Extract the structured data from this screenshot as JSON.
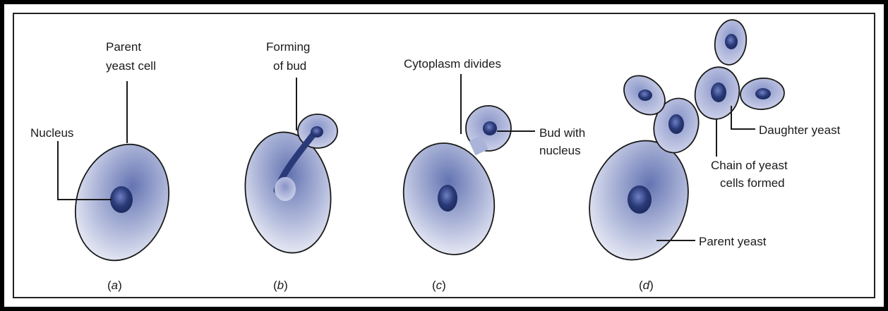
{
  "labels": {
    "a_parent_1": "Parent",
    "a_parent_2": "yeast cell",
    "a_nucleus": "Nucleus",
    "b_forming_1": "Forming",
    "b_forming_2": "of bud",
    "c_cytoplasm": "Cytoplasm divides",
    "c_bud_1": "Bud with",
    "c_bud_2": "nucleus",
    "d_daughter": "Daughter yeast",
    "d_chain_1": "Chain of yeast",
    "d_chain_2": "cells formed",
    "d_parent": "Parent yeast"
  },
  "captions": {
    "a": "a",
    "b": "b",
    "c": "c",
    "d": "d"
  },
  "colors": {
    "cell_dark": "#5a6aa8",
    "cell_light": "#f2f3fa",
    "nucleus": "#24346e",
    "outline": "#1a1a1a"
  }
}
